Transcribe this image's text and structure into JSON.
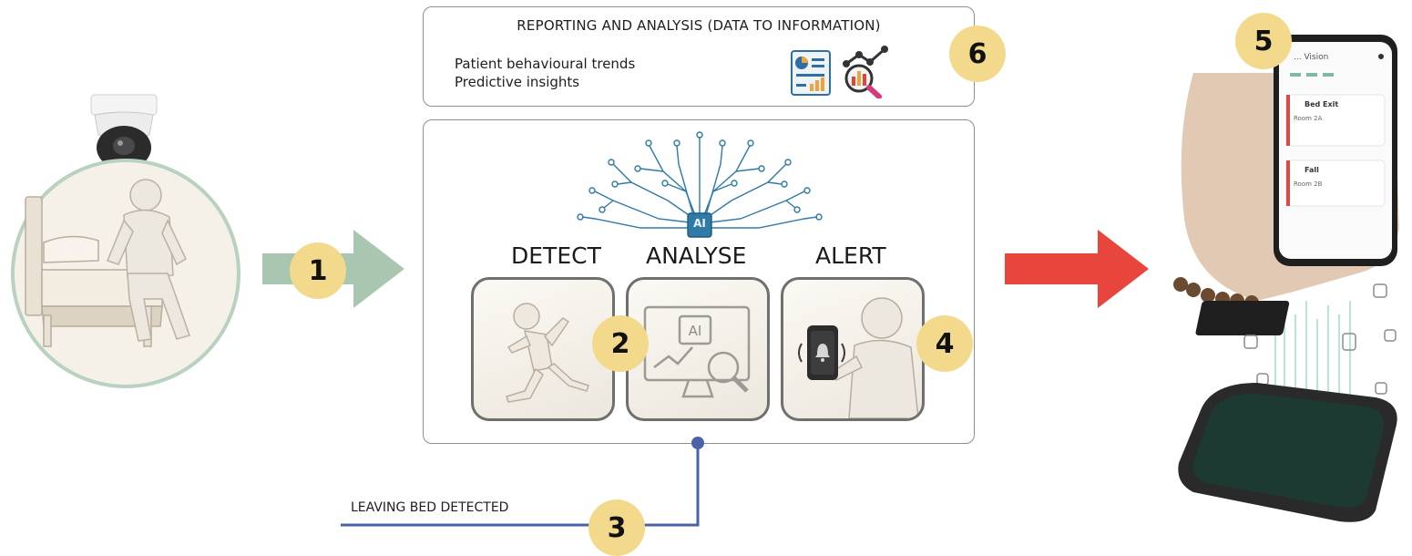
{
  "report": {
    "title": "REPORTING AND ANALYSIS (DATA TO INFORMATION)",
    "lines": [
      "Patient behavioural trends",
      "Predictive insights"
    ],
    "icons": [
      "report-document-icon",
      "analytics-magnifier-icon"
    ]
  },
  "stages": {
    "detect": "DETECT",
    "analyse": "ANALYSE",
    "alert": "ALERT"
  },
  "chip_label": "AI",
  "badges": [
    "1",
    "2",
    "3",
    "4",
    "5",
    "6"
  ],
  "connector_label": "LEAVING BED DETECTED",
  "phone_screen": {
    "app_title": "... Vision",
    "alerts": [
      {
        "label": "Bed Exit",
        "room": "Room 2A"
      },
      {
        "label": "Fall",
        "room": "Room 2B"
      }
    ]
  },
  "colors": {
    "badge": "#f3d98b",
    "input_arrow": "#a9c7b0",
    "output_arrow": "#e8453c",
    "connector": "#4a63a8",
    "circuit": "#2f7aa6"
  }
}
